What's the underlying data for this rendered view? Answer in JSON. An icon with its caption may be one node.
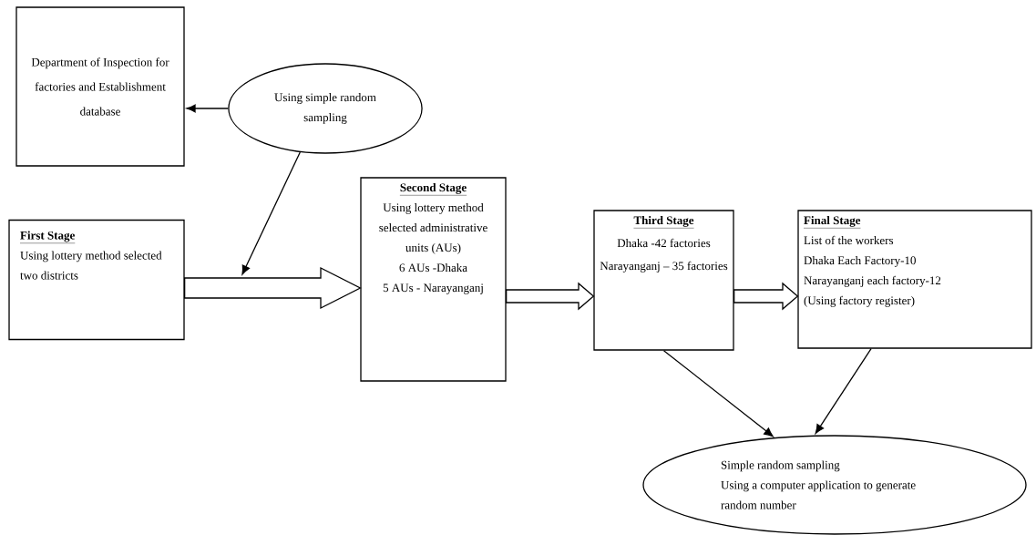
{
  "diagram": {
    "nodes": [
      {
        "text": [
          "Department of Inspection for factories and Establishment database"
        ]
      },
      {
        "text": [
          "Using simple random sampling"
        ]
      },
      {
        "text": [
          "First Stage",
          "Using lottery method selected two districts"
        ]
      },
      {
        "text": [
          "Second Stage",
          "Using lottery method selected administrative units (AUs)",
          "6 AUs -Dhaka",
          "5 AUs - Narayanganj"
        ]
      },
      {
        "text": [
          "Third Stage",
          "Dhaka -42 factories",
          "Narayanganj – 35 factories"
        ]
      },
      {
        "text": [
          "Final Stage",
          "List of the workers",
          "Dhaka Each Factory-10",
          "Narayanganj each factory-12",
          "(Using factory register)"
        ]
      },
      {
        "text": [
          "Simple random sampling",
          "Using a computer application to generate random number"
        ]
      }
    ],
    "edges": [
      {
        "from": 1,
        "to": 0,
        "arrow": "to"
      },
      {
        "from": 1,
        "to": null,
        "arrow": "to"
      },
      {
        "from": 2,
        "to": 3,
        "arrow": "to",
        "style": "thick"
      },
      {
        "from": 3,
        "to": 4,
        "arrow": "to",
        "style": "thick"
      },
      {
        "from": 4,
        "to": 5,
        "arrow": "to",
        "style": "thick"
      },
      {
        "from": 4,
        "to": 6,
        "arrow": "to"
      },
      {
        "from": 5,
        "to": 6,
        "arrow": "to"
      }
    ]
  }
}
